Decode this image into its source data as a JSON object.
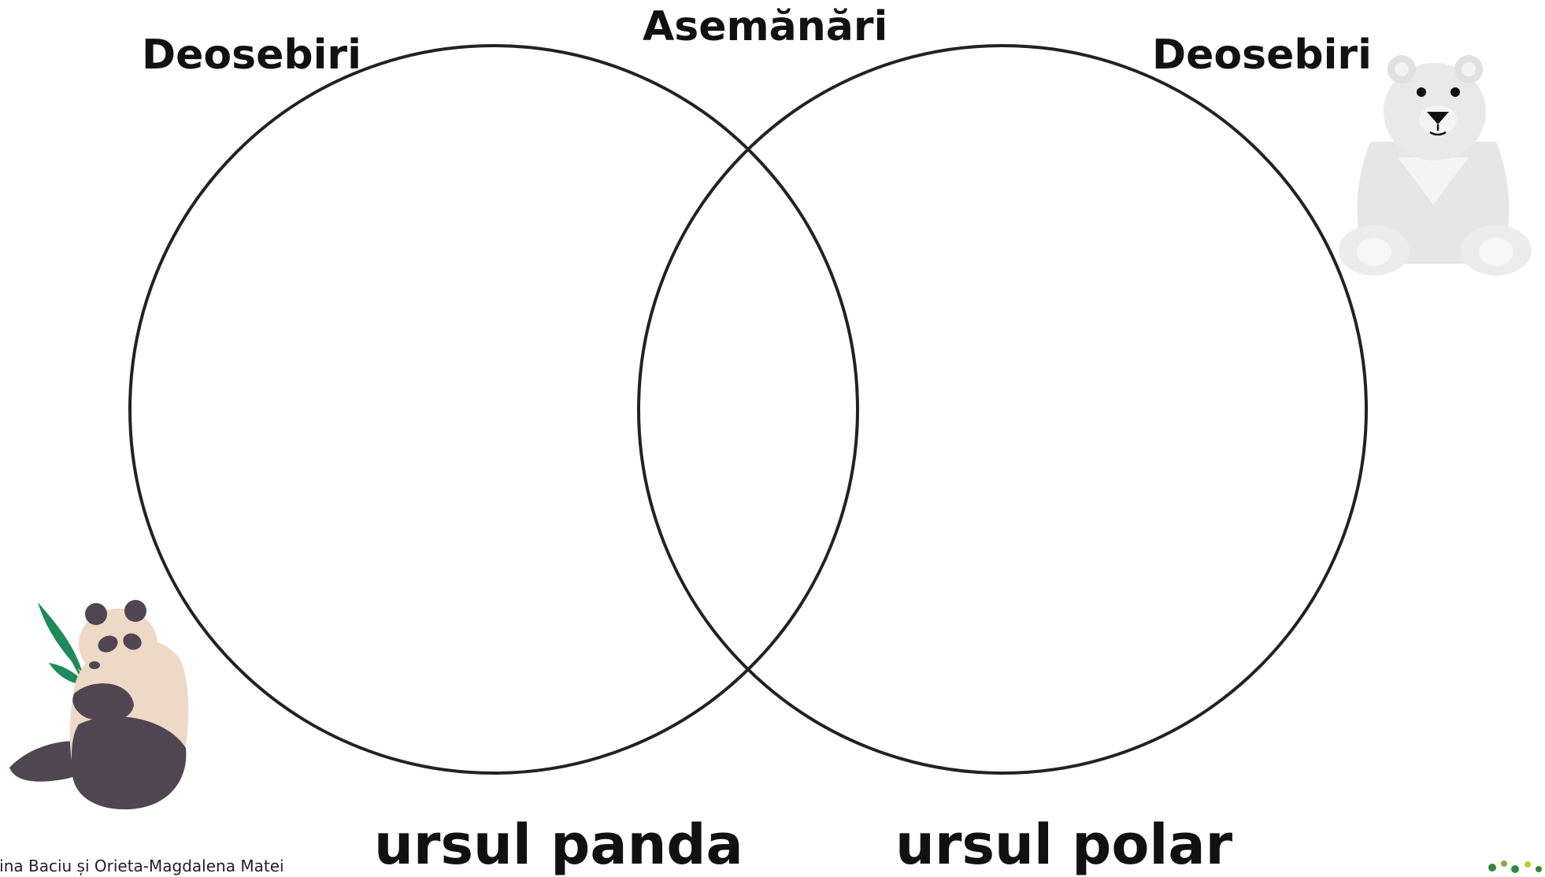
{
  "labels": {
    "left_differences": "Deosebiri",
    "similarities": "Asemănări",
    "right_differences": "Deosebiri",
    "left_subject": "ursul panda",
    "right_subject": "ursul polar"
  },
  "credit": "Lina Baciu și Orieta-Magdalena Matei",
  "colors": {
    "outline": "#222222",
    "text": "#111111",
    "panda_dark": "#4f4652",
    "panda_light": "#edd9c6",
    "bamboo_leaf": "#1f8a5a",
    "polar_bear": "#e6e6e6"
  },
  "icons": [
    "panda-illustration",
    "polar-bear-illustration",
    "logo-leaf-mark"
  ]
}
